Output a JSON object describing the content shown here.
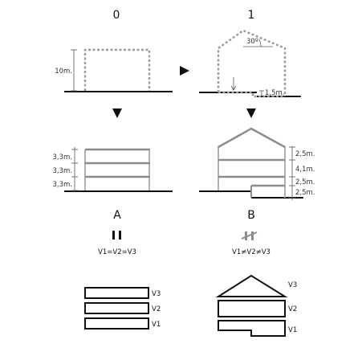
{
  "colors": {
    "ink": "#111111",
    "wall": "#8c8c8c",
    "dash": "#9a9a9a",
    "dim": "#555555"
  },
  "top": {
    "left_label": "0",
    "right_label": "1",
    "height_label": "10m.",
    "angle_label": "30º",
    "step_label": "1,5m."
  },
  "middle": {
    "left_label": "A",
    "right_label": "B",
    "left_dims": [
      "3,3m.",
      "3,3m.",
      "3,3m."
    ],
    "right_dims": [
      "2,5m.",
      "4,1m.",
      "2,5m.",
      "2,5m."
    ]
  },
  "equation": {
    "left": "V1=V2=V3",
    "right": "V1≠V2≠V3"
  },
  "volumes": {
    "left": [
      "V3",
      "V2",
      "V1"
    ],
    "right": [
      "V3",
      "V2",
      "V1"
    ]
  }
}
